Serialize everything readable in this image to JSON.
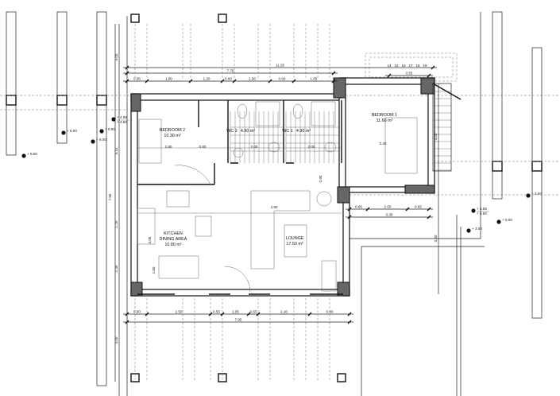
{
  "rooms": {
    "bedroom2": {
      "name": "BEDROOM 2",
      "area": "10.30 m²"
    },
    "wc2": {
      "name": "WC 2",
      "area": "4.90 m²"
    },
    "wc1": {
      "name": "WC 1",
      "area": "4.90 m²"
    },
    "bedroom1": {
      "name": "BEDROOM 1",
      "area": "11.60 m²"
    },
    "kitchen": {
      "name": "KITCHEN",
      "name2": "DINING AREA",
      "area": "10.80 m²"
    },
    "lounge": {
      "name": "LOUNGE",
      "area": "17.50 m²"
    }
  },
  "dimensions": {
    "top_overall": "11.25",
    "top_partial": "7.70",
    "top_segments": [
      "0.95",
      "1.80",
      "1.20",
      "0.60",
      "1.50",
      "0.60",
      "1.05"
    ],
    "stair_width": "3.55",
    "bottom_segments": [
      "0.80",
      "2.50",
      "0.55",
      "1.05",
      "0.55",
      "2.10",
      "0.80"
    ],
    "bottom_overall": "7.95",
    "left": [
      "3.00",
      "4.15",
      "7.65",
      "1.20",
      "2.30",
      "3.00"
    ],
    "right": [
      "3.20",
      "3.30"
    ],
    "bedroom1_bottom_segments": [
      "0.65",
      "2.00",
      "0.65"
    ],
    "bedroom1_bottom_overall": "3.30",
    "interior": [
      "2.80",
      "0.80",
      "2.00",
      "2.00",
      "3.05",
      "2.80",
      "4.90",
      "3.20",
      "0.90"
    ]
  },
  "levels": [
    {
      "upper": "+ 4.55",
      "lower": "+ 4.50"
    },
    {
      "upper": "+ 8.00"
    },
    {
      "upper": "+ 8.50"
    },
    {
      "upper": "+ 8.00"
    },
    {
      "upper": "+ 9.50"
    },
    {
      "upper": "+ 4.55",
      "lower": "+ 4.50"
    },
    {
      "upper": "+ 5.00"
    },
    {
      "upper": "+ 3.00"
    },
    {
      "upper": "+ 3.50"
    }
  ],
  "stair_steps": [
    "14",
    "15",
    "16",
    "17",
    "18",
    "19"
  ]
}
